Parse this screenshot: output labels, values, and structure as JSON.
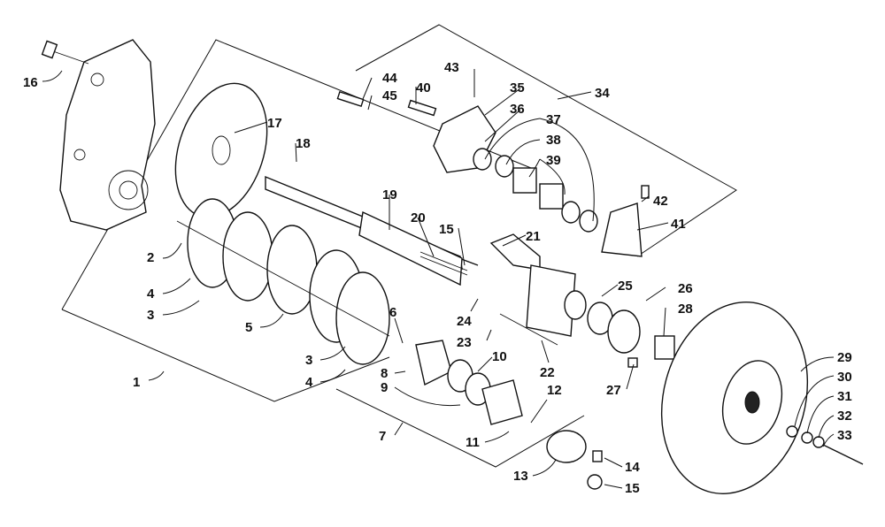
{
  "diagram": {
    "callouts": [
      "1",
      "2",
      "3",
      "4",
      "5",
      "3",
      "4",
      "6",
      "7",
      "8",
      "9",
      "10",
      "11",
      "12",
      "13",
      "14",
      "15",
      "15",
      "16",
      "17",
      "18",
      "19",
      "20",
      "21",
      "22",
      "23",
      "24",
      "25",
      "26",
      "27",
      "28",
      "29",
      "30",
      "31",
      "32",
      "33",
      "34",
      "35",
      "36",
      "37",
      "38",
      "39",
      "40",
      "41",
      "42",
      "43",
      "44",
      "45"
    ]
  }
}
